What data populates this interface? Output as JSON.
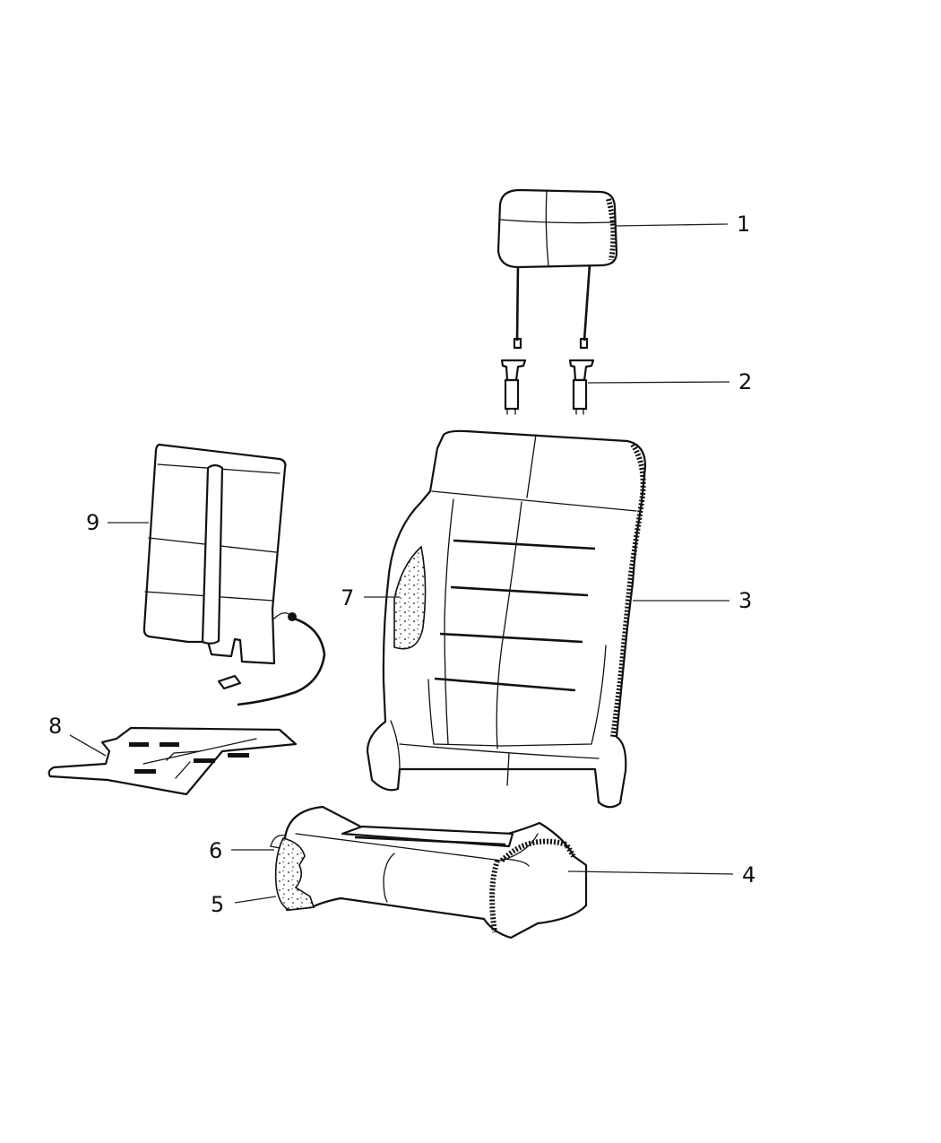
{
  "diagram": {
    "callouts": [
      {
        "id": "1",
        "label": "1"
      },
      {
        "id": "2",
        "label": "2"
      },
      {
        "id": "3",
        "label": "3"
      },
      {
        "id": "4",
        "label": "4"
      },
      {
        "id": "5",
        "label": "5"
      },
      {
        "id": "6",
        "label": "6"
      },
      {
        "id": "7",
        "label": "7"
      },
      {
        "id": "8",
        "label": "8"
      },
      {
        "id": "9",
        "label": "9"
      }
    ],
    "parts": [
      {
        "callout": "1",
        "icon": "headrest-icon"
      },
      {
        "callout": "2",
        "icon": "headrest-guide-icon"
      },
      {
        "callout": "3",
        "icon": "seat-back-cover-icon"
      },
      {
        "callout": "4",
        "icon": "seat-cushion-cover-icon"
      },
      {
        "callout": "5",
        "icon": "cushion-foam-icon"
      },
      {
        "callout": "6",
        "icon": "cushion-foam-pad-icon"
      },
      {
        "callout": "7",
        "icon": "seat-back-foam-icon"
      },
      {
        "callout": "8",
        "icon": "cushion-heater-element-icon"
      },
      {
        "callout": "9",
        "icon": "seat-back-heater-element-icon"
      }
    ]
  }
}
